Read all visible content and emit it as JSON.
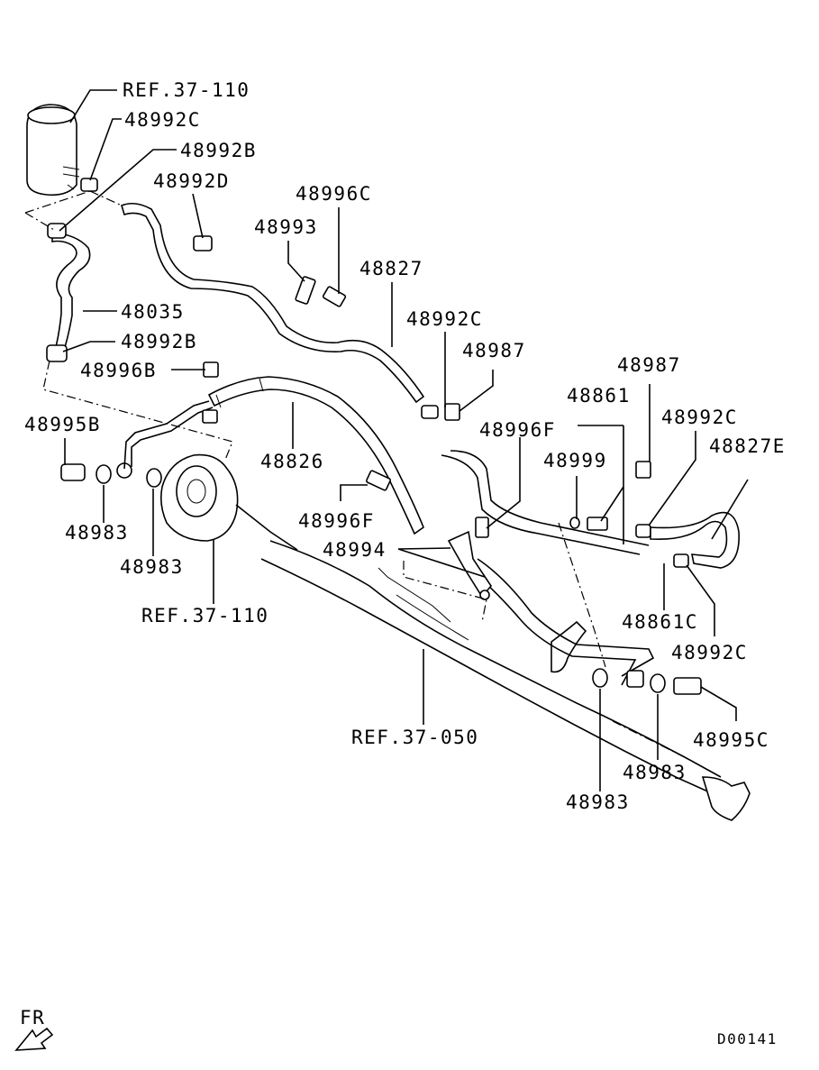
{
  "labels": {
    "ref_37_110_top": "REF.37-110",
    "p48992c_a": "48992C",
    "p48992b_a": "48992B",
    "p48992d": "48992D",
    "p48996c": "48996C",
    "p48993": "48993",
    "p48827": "48827",
    "p48035": "48035",
    "p48992c_b": "48992C",
    "p48992b_b": "48992B",
    "p48987_a": "48987",
    "p48996b": "48996B",
    "p48987_b": "48987",
    "p48861": "48861",
    "p48992c_c": "48992C",
    "p48995b": "48995B",
    "p48996f_a": "48996F",
    "p48827e": "48827E",
    "p48826": "48826",
    "p48999": "48999",
    "p48983_a": "48983",
    "p48996f_b": "48996F",
    "p48983_b": "48983",
    "p48994": "48994",
    "ref_37_110_bottom": "REF.37-110",
    "p48861c": "48861C",
    "p48992c_d": "48992C",
    "p48995c": "48995C",
    "ref_37_050": "REF.37-050",
    "p48983_c": "48983",
    "p48983_d": "48983"
  },
  "direction_label": "FR",
  "diagram_code": "D00141"
}
